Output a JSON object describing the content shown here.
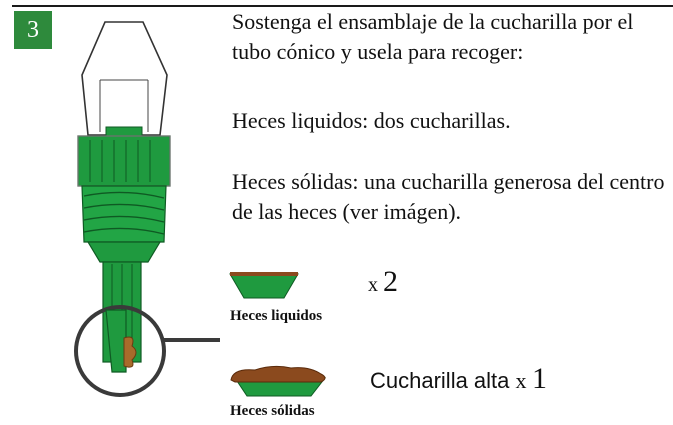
{
  "step": {
    "number": "3",
    "badge_color": "#2e8a3c"
  },
  "instructions": {
    "paragraph_1": "Sostenga el ensamblaje de la cucharilla por el tubo cónico y usela para recoger:",
    "paragraph_2": "Heces liquidos: dos cucharillas.",
    "paragraph_3": "Heces sólidas: una cucharilla generosa del centro de las heces (ver imágen)."
  },
  "liquid_example": {
    "quantity_prefix": "x ",
    "quantity_number": "2",
    "caption": "Heces liquidos"
  },
  "solid_example": {
    "quantity_prefix": "Cucharilla alta ",
    "quantity_x": "x ",
    "quantity_number": "1",
    "caption": "Heces sólidas"
  },
  "colors": {
    "scoop_green": "#1f9a3f",
    "stool_brown": "#8b4a1e",
    "rule": "#1a1a1a"
  },
  "icons": [
    "collection-device-icon",
    "scoop-liquid-icon",
    "scoop-solid-icon"
  ]
}
